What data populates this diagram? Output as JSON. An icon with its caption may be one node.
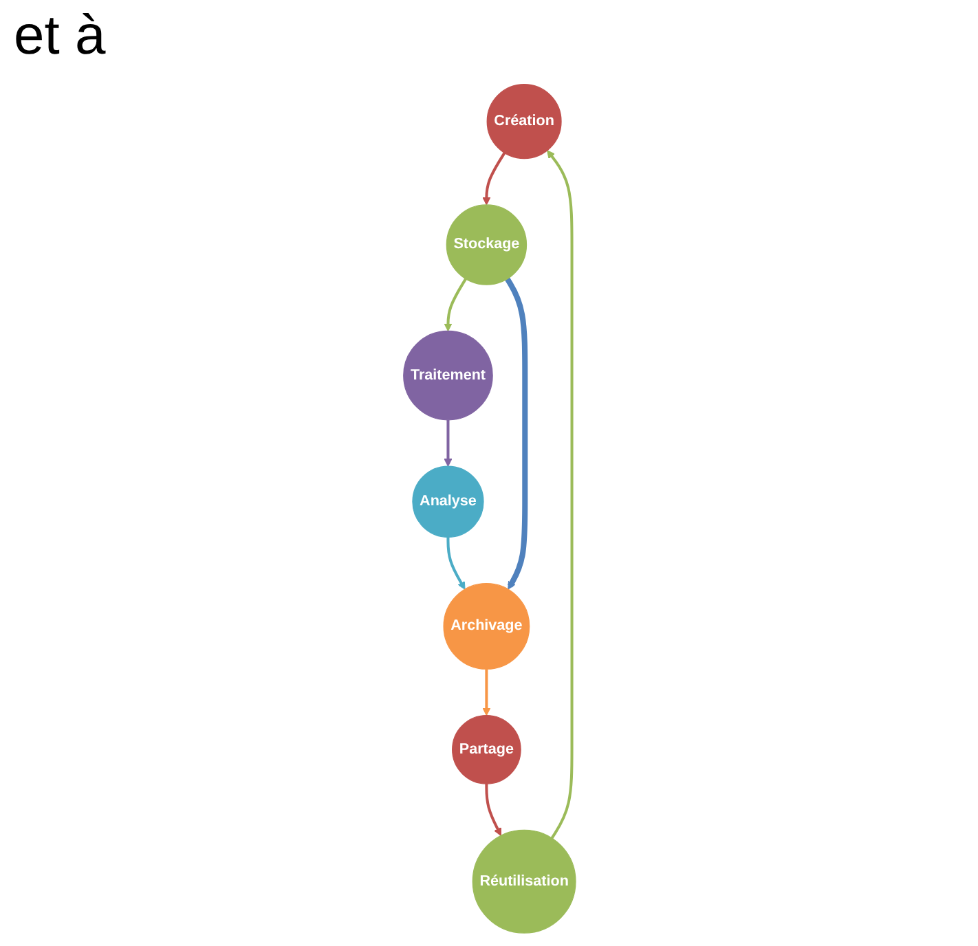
{
  "diagram": {
    "nodes": [
      {
        "text": [
          "Création"
        ]
      },
      {
        "text": [
          "Stockage"
        ]
      },
      {
        "text": [
          "Traitement"
        ]
      },
      {
        "text": [
          "Analyse"
        ]
      },
      {
        "text": [
          "Archivage"
        ]
      },
      {
        "text": [
          "Partage"
        ]
      },
      {
        "text": [
          "Réutilisation"
        ]
      }
    ],
    "edges": [
      {
        "from": 0,
        "to": 1,
        "arrow": "to",
        "color": "#c0504d"
      },
      {
        "from": 1,
        "to": 2,
        "arrow": "to",
        "color": "#9bbb59"
      },
      {
        "from": 2,
        "to": 3,
        "arrow": "to",
        "color": "#8064a2"
      },
      {
        "from": 3,
        "to": 4,
        "arrow": "to",
        "color": "#4bacc6"
      },
      {
        "from": 4,
        "to": 5,
        "arrow": "to",
        "color": "#f79646"
      },
      {
        "from": 5,
        "to": 6,
        "arrow": "to",
        "color": "#c0504d"
      },
      {
        "from": 6,
        "to": 0,
        "arrow": "to",
        "color": "#9bbb59"
      },
      {
        "from": 1,
        "to": 4,
        "arrow": "to",
        "style": "thick",
        "color": "#4f81bd"
      }
    ],
    "labels": [
      "et à"
    ]
  }
}
